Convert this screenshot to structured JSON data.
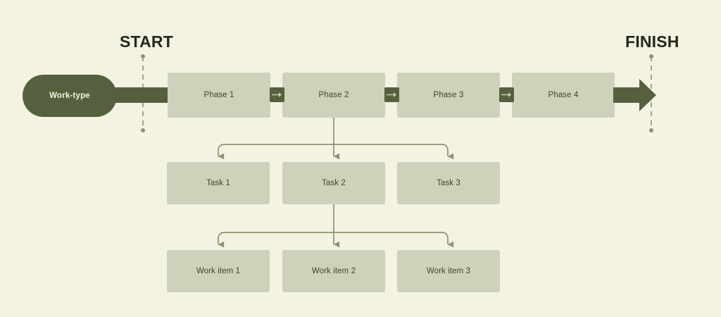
{
  "theme": {
    "background": "#f4f3e2",
    "box_fill": "#ced2bb",
    "accent_dark": "#55603f",
    "line_color": "#8b9470",
    "label_color": "#23281c",
    "box_text_color": "#3c452e",
    "pill_text_color": "#f4f3e2"
  },
  "milestones": {
    "start": "START",
    "finish": "FINISH"
  },
  "worktype": {
    "label": "Work-type"
  },
  "phases": [
    {
      "label": "Phase 1"
    },
    {
      "label": "Phase 2"
    },
    {
      "label": "Phase 3"
    },
    {
      "label": "Phase 4"
    }
  ],
  "phase_connectors": [
    {
      "icon": "arrow-right-icon"
    },
    {
      "icon": "arrow-right-icon"
    },
    {
      "icon": "arrow-right-icon"
    }
  ],
  "tasks": [
    {
      "label": "Task 1"
    },
    {
      "label": "Task 2"
    },
    {
      "label": "Task 3"
    }
  ],
  "work_items": [
    {
      "label": "Work item 1"
    },
    {
      "label": "Work item 2"
    },
    {
      "label": "Work item 3"
    }
  ],
  "flow_arrow": {
    "icon": "arrow-right-icon"
  }
}
